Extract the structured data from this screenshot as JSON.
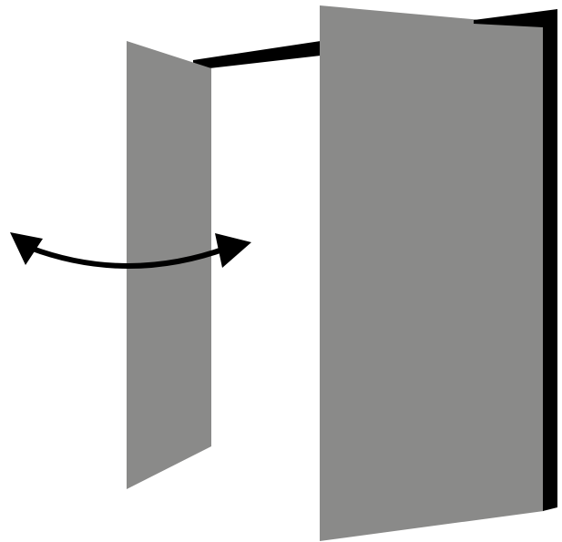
{
  "diagram": {
    "colors": {
      "panel_fill": "#8a8a89",
      "edge_stroke": "#000000",
      "background": "#ffffff"
    },
    "elements": [
      {
        "name": "rotating-door-panel",
        "kind": "panel",
        "interactable": false
      },
      {
        "name": "fixed-door-panel",
        "kind": "panel",
        "interactable": false
      },
      {
        "name": "top-connecting-beam",
        "kind": "edge",
        "interactable": false
      },
      {
        "name": "fixed-panel-side-edge",
        "kind": "edge",
        "interactable": false
      },
      {
        "name": "rotation-arrow-icon",
        "kind": "icon",
        "interactable": false
      }
    ]
  }
}
